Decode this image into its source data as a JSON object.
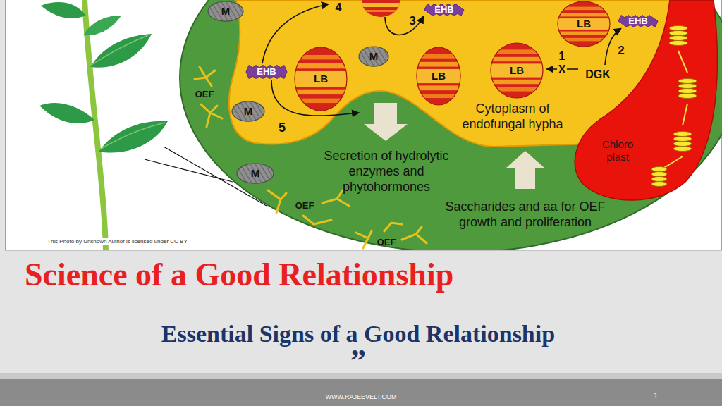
{
  "diagram": {
    "title": "Science of a Good Relationship",
    "nodes": [
      {
        "text": [
          "M"
        ]
      },
      {
        "text": [
          "EHB"
        ]
      },
      {
        "text": [
          "LB"
        ]
      },
      {
        "text": [
          "EHB"
        ]
      },
      {
        "text": [
          "M"
        ]
      },
      {
        "text": [
          "EHB"
        ]
      },
      {
        "text": [
          "LB"
        ]
      },
      {
        "text": [
          "LB"
        ]
      },
      {
        "text": [
          "LB"
        ]
      },
      {
        "text": [
          "M"
        ]
      },
      {
        "text": [
          "Chloro plast"
        ]
      },
      {
        "text": [
          "M"
        ]
      }
    ],
    "labels": [
      "4",
      "3",
      "1",
      "X",
      "2",
      "DGK",
      "OEF",
      "Cytoplasm of endofungal hypha",
      "5",
      "Secretion of hydrolytic enzymes and phytohormones",
      "OEF",
      "Saccharides and aa for OEF growth and proliferation",
      "OEF",
      "This Photo by Unknown Author is licensed under CC BY",
      "Essential Signs of a Good Relationship",
      "”",
      "WWW.RAJEEVELT.COM",
      "1"
    ]
  }
}
